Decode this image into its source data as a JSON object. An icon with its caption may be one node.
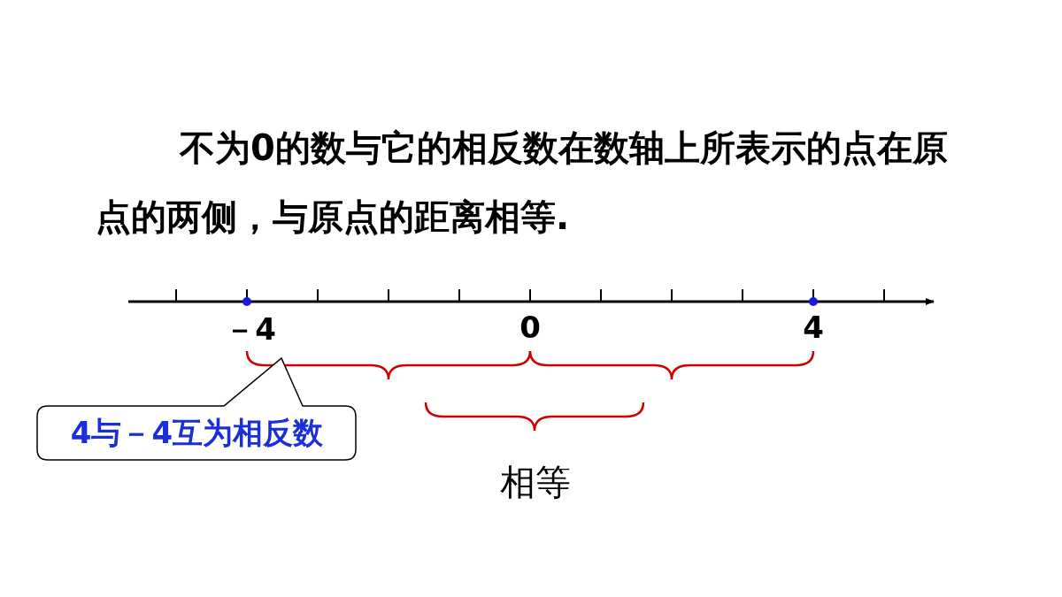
{
  "diagram": {
    "nodes": [
      {
        "text": [
          "4与－4互为相反数"
        ]
      }
    ],
    "labels": [
      "不为0的数与它的相反数在数轴上所表示的点在原点的两侧，与原点的距离相等.",
      "－4",
      "0",
      "4",
      "相等"
    ]
  }
}
